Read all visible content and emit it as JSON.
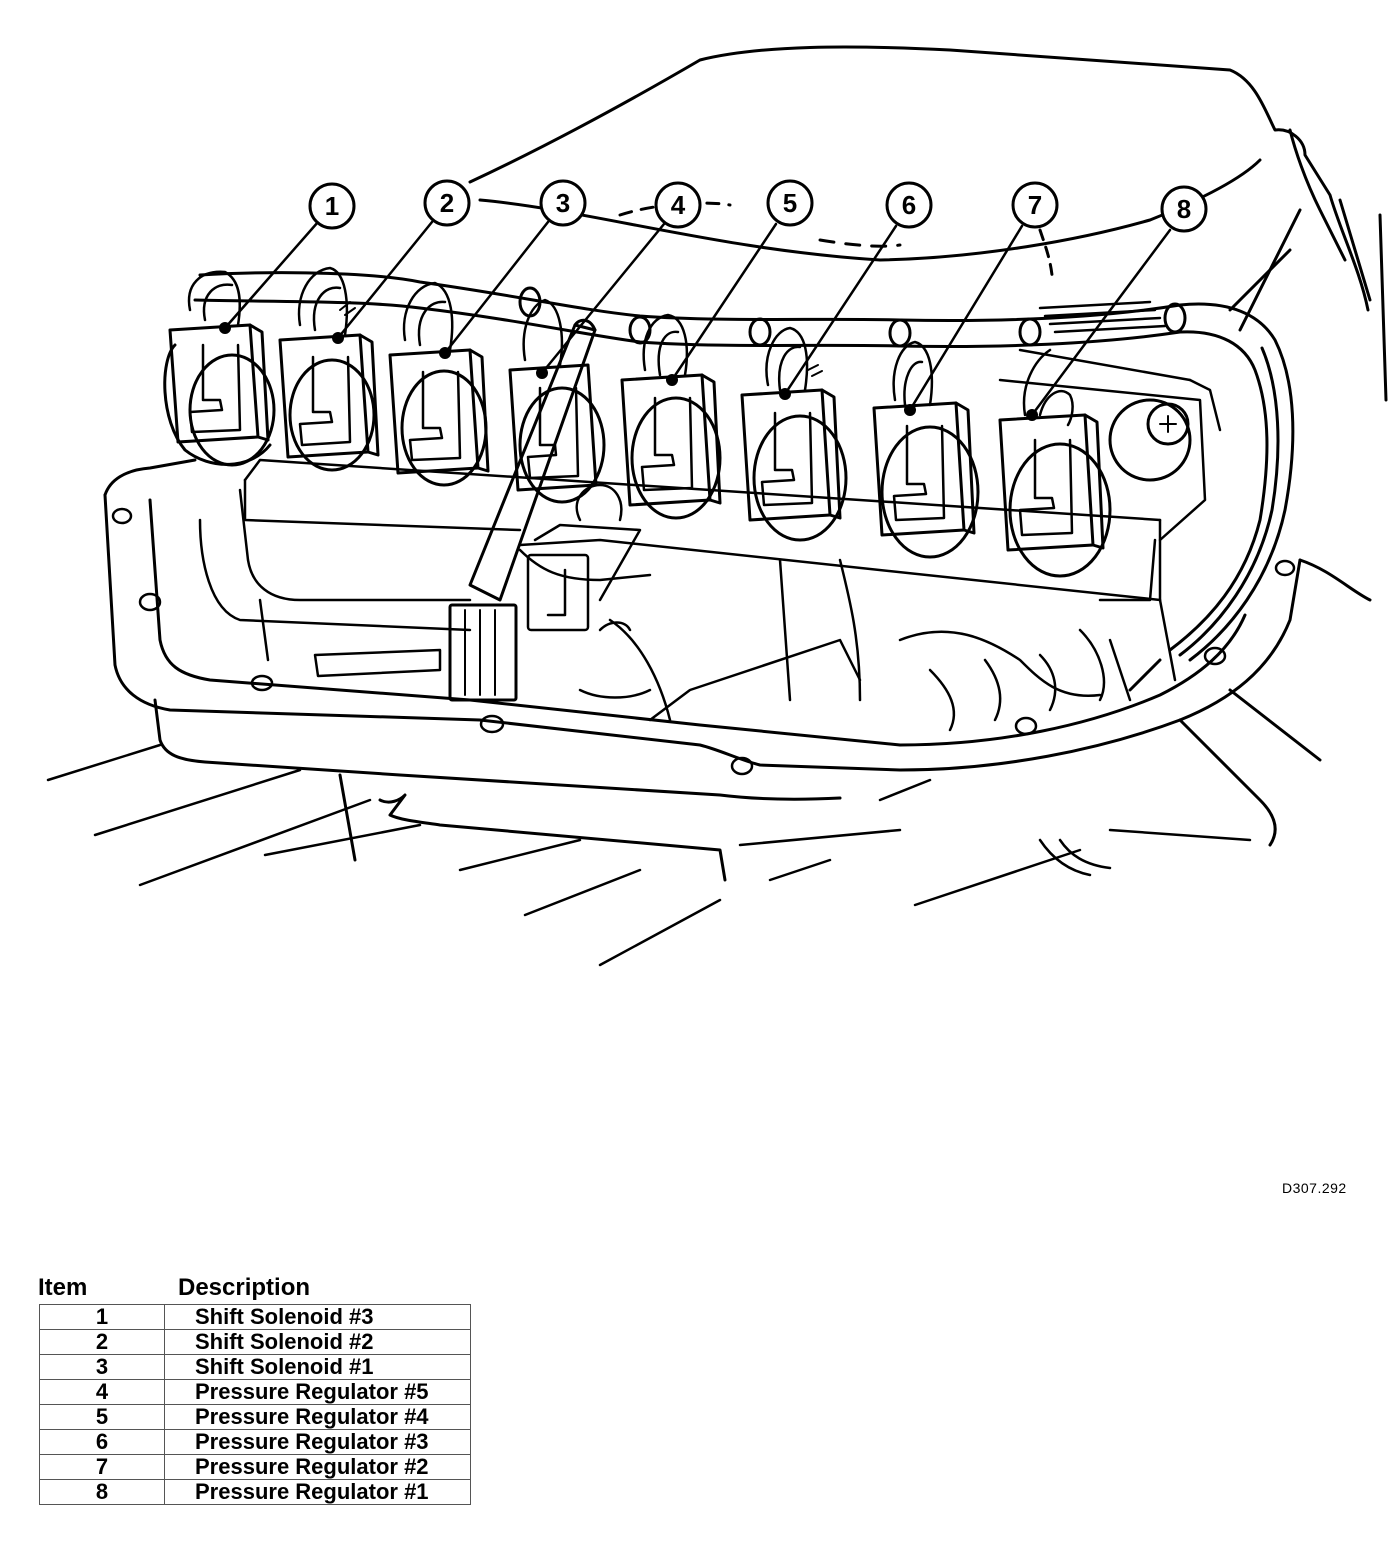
{
  "diagram": {
    "callouts": [
      "1",
      "2",
      "3",
      "4",
      "5",
      "6",
      "7",
      "8"
    ],
    "reference_code": "D307.292"
  },
  "legend": {
    "header_item": "Item",
    "header_description": "Description",
    "rows": [
      {
        "item": "1",
        "description": "Shift Solenoid #3"
      },
      {
        "item": "2",
        "description": "Shift Solenoid #2"
      },
      {
        "item": "3",
        "description": "Shift Solenoid #1"
      },
      {
        "item": "4",
        "description": "Pressure Regulator #5"
      },
      {
        "item": "5",
        "description": "Pressure Regulator #4"
      },
      {
        "item": "6",
        "description": "Pressure Regulator #3"
      },
      {
        "item": "7",
        "description": "Pressure Regulator #2"
      },
      {
        "item": "8",
        "description": "Pressure Regulator #1"
      }
    ]
  }
}
